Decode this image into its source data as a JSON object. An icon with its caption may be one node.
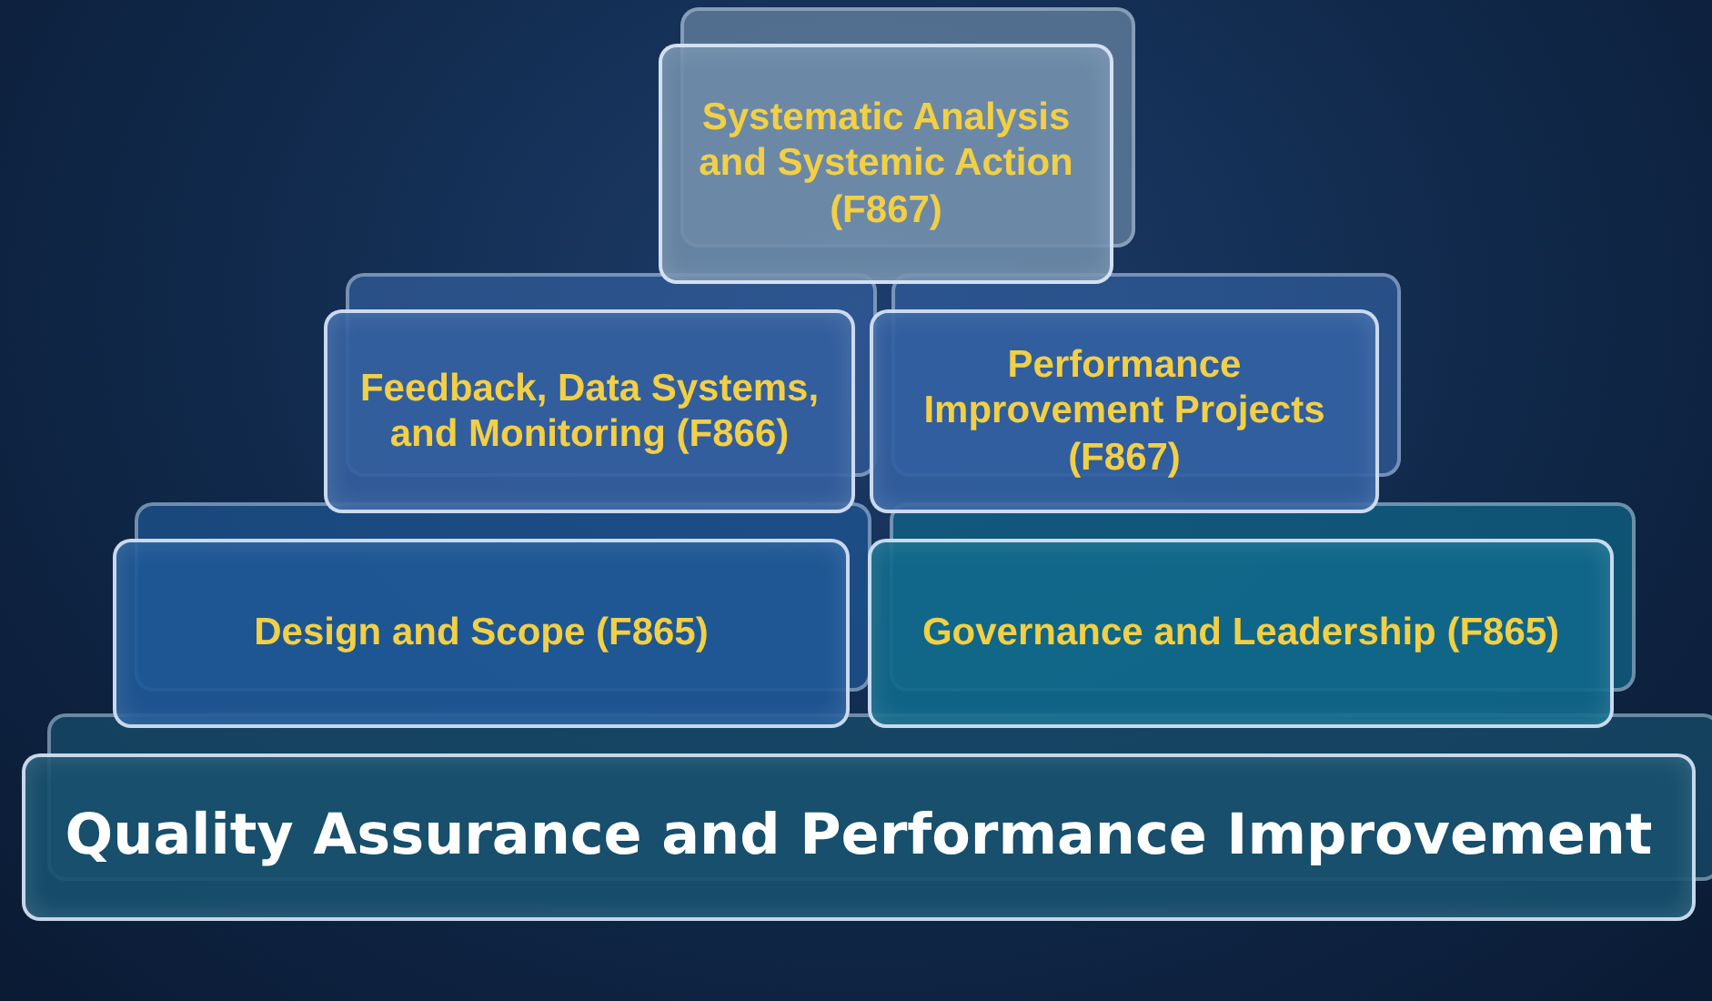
{
  "diagram": {
    "nodes": [
      {
        "text": [
          "Quality Assurance and Performance Improvement"
        ]
      },
      {
        "text": [
          "Design and Scope (F865)"
        ]
      },
      {
        "text": [
          "Governance and Leadership (F865)"
        ]
      },
      {
        "text": [
          "Feedback, Data Systems, and Monitoring (F866)"
        ]
      },
      {
        "text": [
          "Performance Improvement Projects (F867)"
        ]
      },
      {
        "text": [
          "Systematic Analysis and Systemic Action (F867)"
        ]
      }
    ]
  }
}
